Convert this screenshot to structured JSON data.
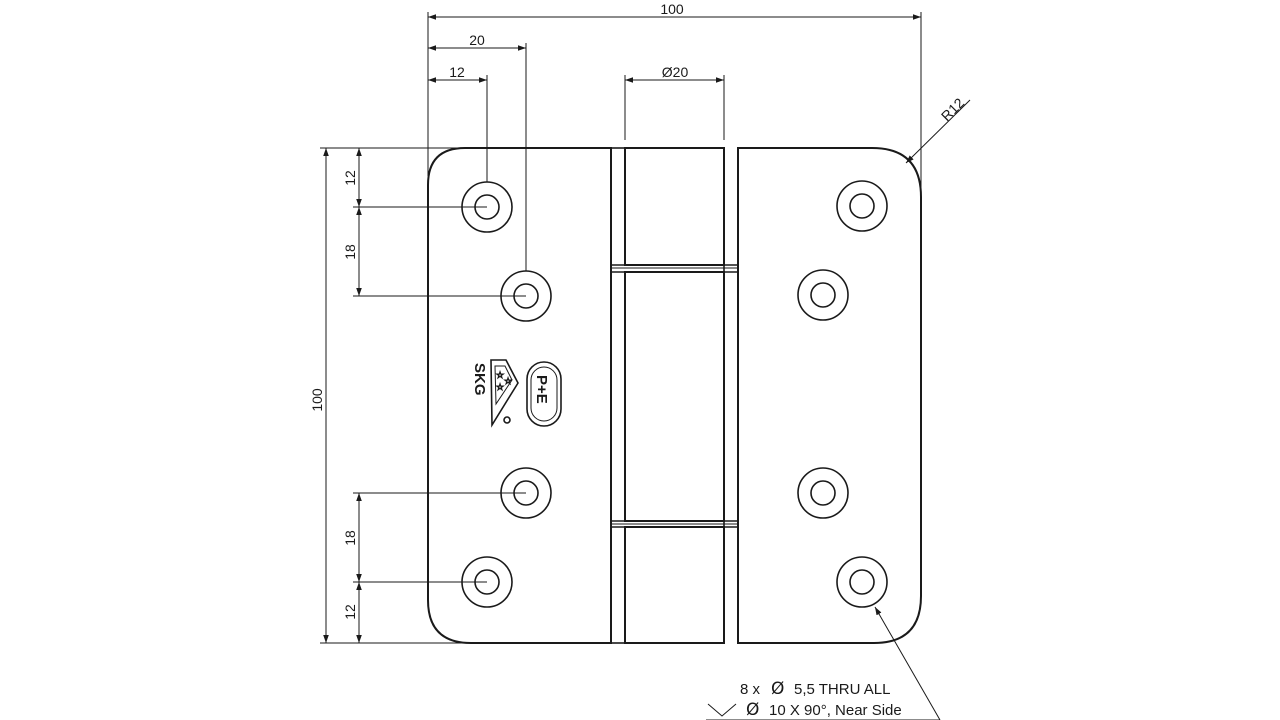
{
  "dimensions": {
    "overall_width": "100",
    "hole_offset_far": "20",
    "hole_offset_near": "12",
    "knuckle_diameter": "Ø20",
    "corner_radius": "R12",
    "overall_height": "100",
    "top_edge_to_hole": "12",
    "top_hole_spacing": "18",
    "bottom_hole_spacing": "18",
    "bottom_edge_to_hole": "12"
  },
  "hole_callout": {
    "count": "8 x",
    "diameter_symbol": "Ø",
    "thru_spec": "5,5 THRU ALL",
    "countersink_symbol": "⌵",
    "countersink_spec": "10 X 90°, Near Side"
  },
  "logos": {
    "skg": "SKG",
    "pe": "P+E"
  }
}
